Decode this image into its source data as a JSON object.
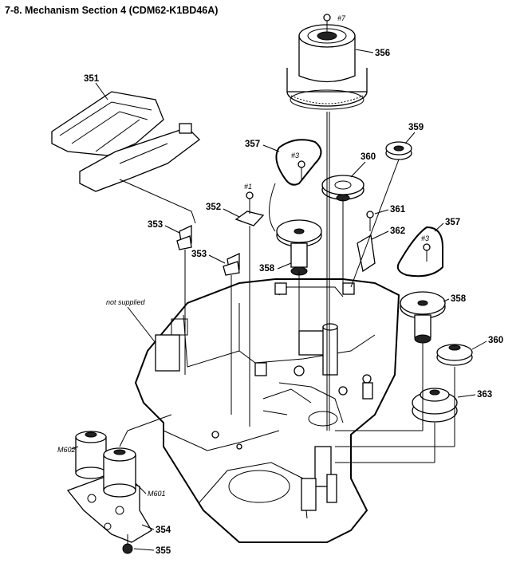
{
  "title": "7-8. Mechanism Section 4 (CDM62-K1BD46A)",
  "labels": {
    "p351": "351",
    "p352": "352",
    "p353a": "353",
    "p353b": "353",
    "p354": "354",
    "p355": "355",
    "p356": "356",
    "p357a": "357",
    "p357b": "357",
    "p358a": "358",
    "p358b": "358",
    "p359": "359",
    "p360a": "360",
    "p360b": "360",
    "p361": "361",
    "p362": "362",
    "p363": "363",
    "m601": "M601",
    "m602": "M602",
    "s1": "#1",
    "s3a": "#3",
    "s3b": "#3",
    "s7": "#7",
    "not_supplied": "not supplied"
  }
}
